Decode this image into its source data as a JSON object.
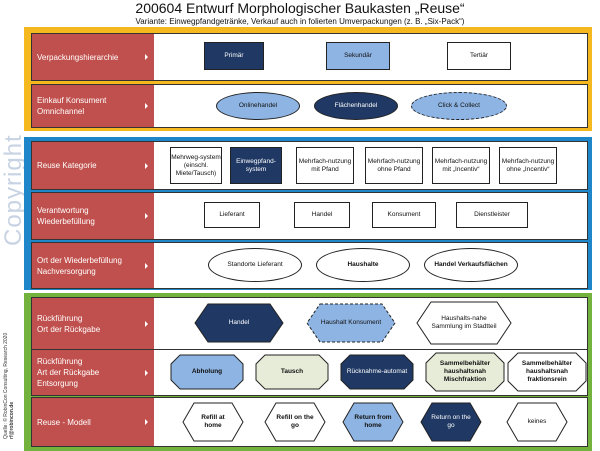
{
  "title": "200604 Entwurf Morphologischer Baukasten „Reuse“",
  "subtitle": "Variante: Einwegpfandgetränke, Verkauf auch in folierten Umverpackungen  (z. B. „Six-Pack“)",
  "watermark": "Copyright",
  "credits": {
    "line1": "Quelle: © RobinCon  Consulting, Research  2020",
    "line2": "rf@robincon.de"
  },
  "rows": [
    {
      "label_lines": [
        "Verpackungshierarchie"
      ],
      "items": [
        "Primär",
        "Sekundär",
        "Tertiär"
      ]
    },
    {
      "label_lines": [
        "Einkauf Konsument",
        "Omnichannel"
      ],
      "items": [
        "Onlinehandel",
        "Flächenhandel",
        "Click & Collect"
      ]
    },
    {
      "label_lines": [
        "Reuse Kategorie"
      ],
      "items": [
        "Mehrweg-system (einschl. Miete/Tausch)",
        "Einwegpfand-system",
        "Mehrfach-nutzung mit Pfand",
        "Mehrfach-nutzung ohne Pfand",
        "Mehrfach-nutzung mit „Incentiv“",
        "Mehrfach-nutzung ohne „Incentiv“"
      ]
    },
    {
      "label_lines": [
        "Verantwortung",
        "Wiederbefüllung"
      ],
      "items": [
        "Lieferant",
        "Handel",
        "Konsument",
        "Dienstleister"
      ]
    },
    {
      "label_lines": [
        "Ort  der Wiederbefüllung",
        "Nachversorgung"
      ],
      "items": [
        "Standorte Lieferant",
        "Haushalte",
        "Handel Verkaufsflächen"
      ]
    },
    {
      "label_lines": [
        "Rückführung",
        "Ort der Rückgabe"
      ],
      "items": [
        "Handel",
        "Haushalt Konsument",
        "Haushalts-nahe Sammlung im Stadtteil"
      ]
    },
    {
      "label_lines": [
        "Rückführung",
        "Art  der Rückgabe",
        "Entsorgung"
      ],
      "items": [
        "Abholung",
        "Tausch",
        "Rücknahme-automat",
        "Sammelbehälter haushaltsnah Mischfraktion",
        "Sammelbehälter haushaltsnah fraktionsrein"
      ]
    },
    {
      "label_lines": [
        "Reuse  - Modell"
      ],
      "items": [
        "Refill at home",
        "Refill on the go",
        "Return from home",
        "Return on the go",
        "keines"
      ]
    }
  ],
  "colors": {
    "orange": "#f6b81f",
    "blue": "#1f87c9",
    "green": "#74b23e",
    "label_red": "#c0504d",
    "dark_blue": "#1f3864",
    "light_blue": "#8eb4e3",
    "pale_green": "#e6ecd8"
  }
}
